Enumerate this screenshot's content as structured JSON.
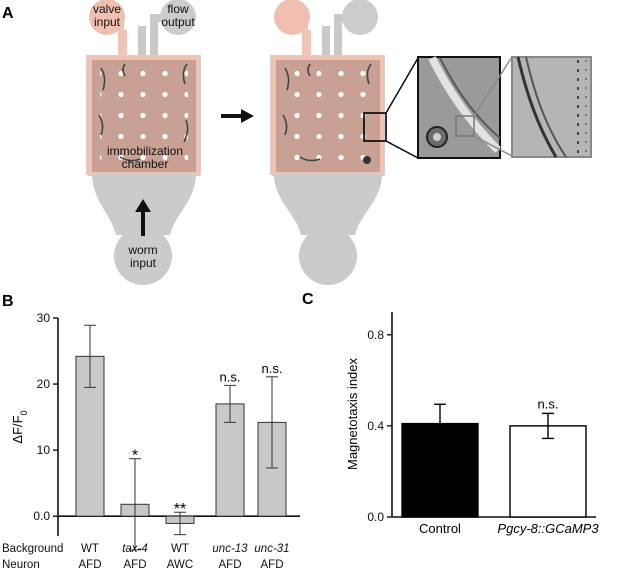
{
  "panels": {
    "a": {
      "letter": "A",
      "valve_input": [
        "valve",
        "input"
      ],
      "flow_output": [
        "flow",
        "output"
      ],
      "chamber": [
        "immobilization",
        "chamber"
      ],
      "worm_input": [
        "worm",
        "input"
      ]
    },
    "b": {
      "letter": "B"
    },
    "c": {
      "letter": "C"
    }
  },
  "chart_data": [
    {
      "type": "bar",
      "panel": "B",
      "ylabel": "ΔF/F0",
      "ylim": [
        -3,
        30
      ],
      "yticks": [
        0,
        10,
        20,
        30
      ],
      "ytick_labels": [
        "0.0",
        "10",
        "20",
        "30"
      ],
      "row_headers": [
        "Background",
        "Neuron"
      ],
      "categories": [
        {
          "background": "WT",
          "background_italic": false,
          "neuron": "AFD"
        },
        {
          "background": "tax-4",
          "background_italic": true,
          "neuron": "AFD"
        },
        {
          "background": "WT",
          "background_italic": false,
          "neuron": "AWC"
        },
        {
          "background": "unc-13",
          "background_italic": true,
          "neuron": "AFD"
        },
        {
          "background": "unc-31",
          "background_italic": true,
          "neuron": "AFD"
        }
      ],
      "values": [
        24.2,
        1.8,
        -1.1,
        17.0,
        14.2
      ],
      "error": [
        4.7,
        6.9,
        1.7,
        2.8,
        6.9
      ],
      "annotations": [
        "",
        "*",
        "**",
        "n.s.",
        "n.s."
      ],
      "colors": {
        "bar": "#c8c8c8",
        "edge": "#333333"
      }
    },
    {
      "type": "bar",
      "panel": "C",
      "ylabel": "Magnetotaxis index",
      "ylim": [
        0,
        0.9
      ],
      "yticks": [
        0,
        0.4,
        0.8
      ],
      "ytick_labels": [
        "0.0",
        "0.4",
        "0.8"
      ],
      "categories": [
        "Control",
        "Pgcy-8::GCaMP3"
      ],
      "category_italic": [
        false,
        true
      ],
      "values": [
        0.41,
        0.4
      ],
      "error": [
        0.085,
        0.055
      ],
      "annotations": [
        "",
        "n.s."
      ],
      "colors": {
        "fills": [
          "#000000",
          "#ffffff"
        ],
        "edge": "#000000"
      }
    }
  ]
}
